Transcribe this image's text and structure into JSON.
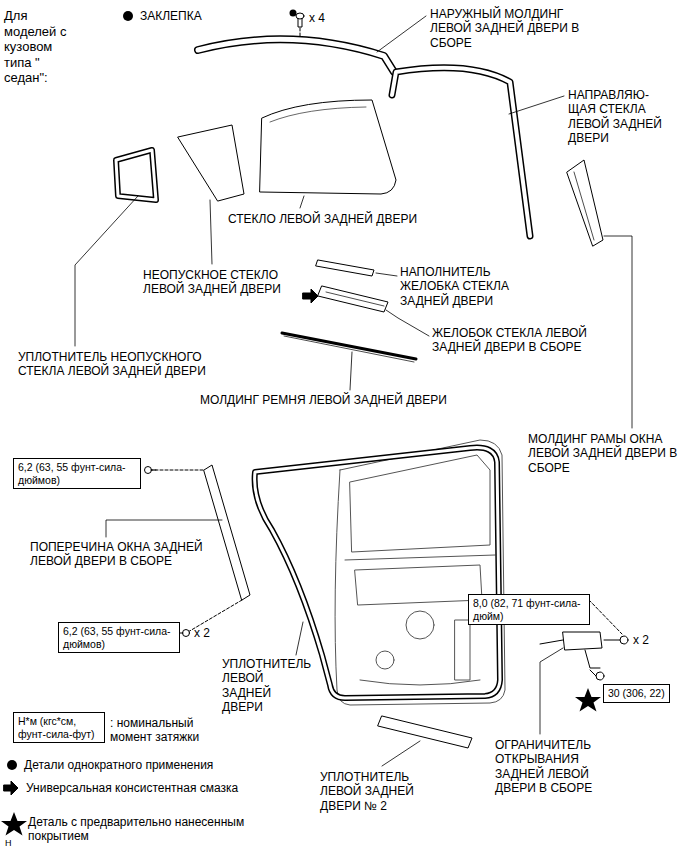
{
  "diagram": {
    "nodes": [
      {
        "text": [
          "6,2 (63, 55 фунт-сила-дюймов)"
        ]
      },
      {
        "text": [
          "8,0 (82, 71 фунт-сила-дюйм)"
        ]
      },
      {
        "text": [
          "6,2 (63, 55 фунт-сила-дюймов)"
        ]
      },
      {
        "text": [
          "30 (306, 22)"
        ]
      },
      {
        "text": [
          "Н*м (кгс*см, фунт-сила-фут)"
        ]
      }
    ],
    "labels": [
      "Для моделей с кузовом типа \" седан\":",
      "ЗАКЛЕПКА",
      "x 4",
      "НАРУЖНЫЙ МОЛДИНГ ЛЕВОЙ ЗАДНЕЙ ДВЕРИ В СБОРЕ",
      "НАПРАВЛЯЮ- ЩАЯ СТЕКЛА ЛЕВОЙ ЗАДНЕЙ ДВЕРИ",
      "СТЕКЛО ЛЕВОЙ ЗАДНЕЙ ДВЕРИ",
      "НЕОПУСКНОЕ СТЕКЛО ЛЕВОЙ ЗАДНЕЙ ДВЕРИ",
      "НАПОЛНИТЕЛЬ ЖЕЛОБКА СТЕКЛА ЗАДНЕЙ ДВЕРИ",
      "УПЛОТНИТЕЛЬ НЕОПУСКНОГО СТЕКЛА ЛЕВОЙ ЗАДНЕЙ ДВЕРИ",
      "ЖЕЛОБОК СТЕКЛА ЛЕВОЙ ЗАДНЕЙ ДВЕРИ В СБОРЕ",
      "МОЛДИНГ РЕМНЯ ЛЕВОЙ ЗАДНЕЙ ДВЕРИ",
      "МОЛДИНГ РАМЫ ОКНА ЛЕВОЙ ЗАДНЕЙ ДВЕРИ В СБОРЕ",
      "ПОПЕРЕЧИНА ОКНА ЗАДНЕЙ ЛЕВОЙ ДВЕРИ В СБОРЕ",
      "x 2",
      "x 2",
      "УПЛОТНИТЕЛЬ ЛЕВОЙ ЗАДНЕЙ ДВЕРИ",
      ": номинальный момент затяжки",
      "ОГРАНИЧИТЕЛЬ ОТКРЫВАНИЯ ЗАДНЕЙ ЛЕВОЙ ДВЕРИ В СБОРЕ",
      "УПЛОТНИТЕЛЬ ЛЕВОЙ ЗАДНЕЙ ДВЕРИ № 2",
      "Н"
    ],
    "legend": [
      {
        "text": "Детали однократного применения"
      },
      {
        "text": "Универсальная консистентная смазка"
      },
      {
        "text": "Деталь с предварительно нанесенным покрытием"
      }
    ]
  }
}
